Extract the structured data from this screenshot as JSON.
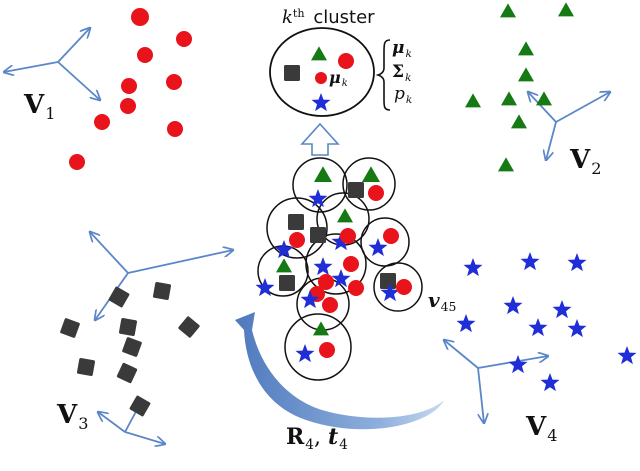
{
  "cluster_title": {
    "k": "k",
    "sup": "th",
    "word": "cluster"
  },
  "cluster_params": [
    {
      "sym": "μ",
      "sub": "k"
    },
    {
      "sym": "Σ",
      "sub": "k"
    },
    {
      "sym": "p",
      "sub": "k"
    }
  ],
  "cluster_mean_label": {
    "sym": "μ",
    "sub": "k"
  },
  "views": [
    {
      "sym": "V",
      "sub": "1"
    },
    {
      "sym": "V",
      "sub": "2"
    },
    {
      "sym": "V",
      "sub": "3"
    },
    {
      "sym": "V",
      "sub": "4"
    }
  ],
  "point_label": {
    "sym": "v",
    "sub": "45"
  },
  "transform_label": {
    "r": "R",
    "r_sub": "4",
    "sep": ", ",
    "t": "t",
    "t_sub": "4"
  },
  "colors": {
    "circle": "#e8131b",
    "triangle": "#157a14",
    "star": "#1f2ed6",
    "square": "#3a3a3a",
    "axis": "#5b87c8",
    "big_arrow": "#5b86c6",
    "outline": "#111111"
  },
  "icons": {
    "circle": "red-circle-point-icon",
    "triangle": "green-triangle-point-icon",
    "star": "blue-star-point-icon",
    "square": "black-square-point-icon"
  }
}
